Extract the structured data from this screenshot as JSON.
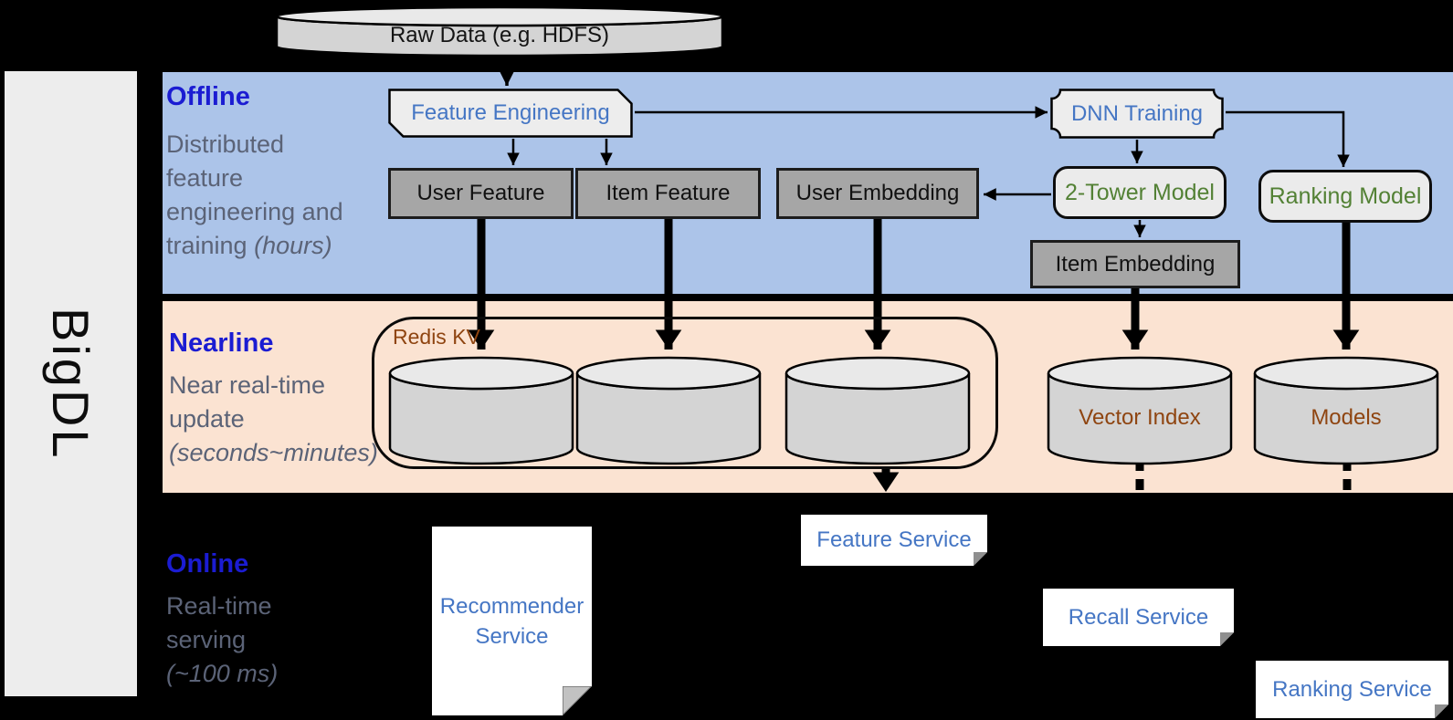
{
  "brand": {
    "name": "BigDL"
  },
  "palette": {
    "offline_band_blue": "#acc4e9",
    "nearline_band_orange": "#fbe3d2",
    "section_title_blue": "#1b1cd2",
    "section_desc_gray": "#5b6377",
    "process_text_blue": "#4576c4",
    "model_text_green": "#538135",
    "store_text_brown": "#8f4511",
    "gray_box_fill": "#a6a6a6",
    "cylinder_fill": "#d4d4d4",
    "background": "#000000"
  },
  "raw_data": {
    "label": "Raw Data (e.g. HDFS)"
  },
  "sections": {
    "offline": {
      "title": "Offline",
      "desc_line1": "Distributed",
      "desc_line2": "feature",
      "desc_line3": "engineering and",
      "desc_line4": "training",
      "desc_line4_italic": "(hours)"
    },
    "nearline": {
      "title": "Nearline",
      "desc_line1": "Near real-time",
      "desc_line2": "update",
      "desc_line3_italic": "(seconds~minutes)"
    },
    "online": {
      "title": "Online",
      "desc_line1": "Real-time",
      "desc_line2": "serving",
      "desc_line3_italic": "(~100 ms)"
    }
  },
  "nodes": {
    "feature_engineering": "Feature Engineering",
    "dnn_training": "DNN Training",
    "user_feature": "User Feature",
    "item_feature": "Item Feature",
    "user_embedding": "User Embedding",
    "two_tower_model": "2-Tower Model",
    "ranking_model": "Ranking Model",
    "item_embedding": "Item Embedding",
    "redis_kv": "Redis KV",
    "vector_index": "Vector Index",
    "models": "Models",
    "recommender_service": "Recommender Service",
    "feature_service": "Feature Service",
    "recall_service": "Recall Service",
    "ranking_service": "Ranking Service"
  }
}
